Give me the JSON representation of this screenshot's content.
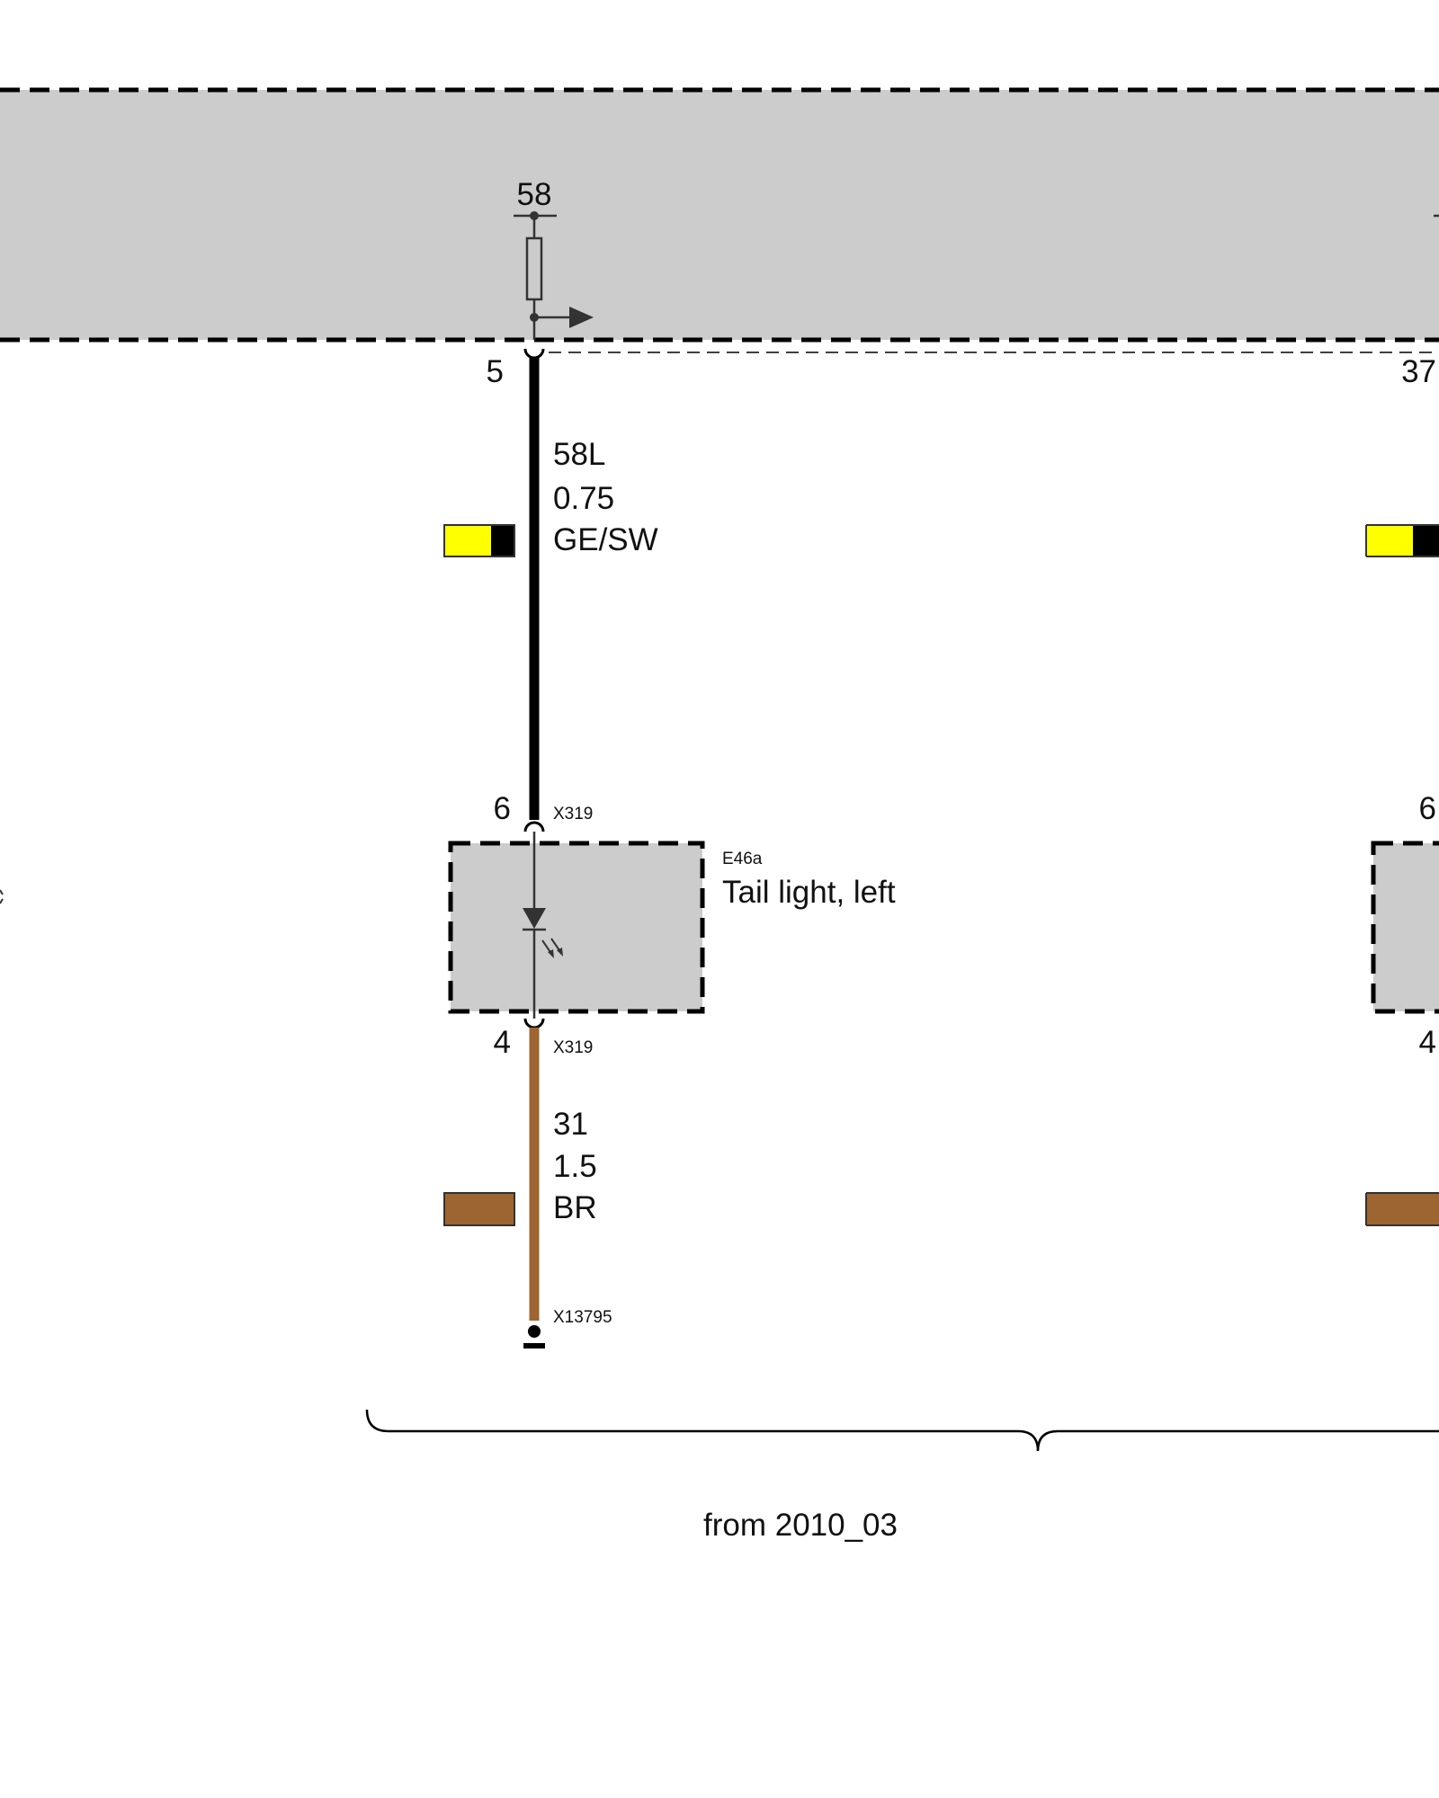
{
  "module": {
    "top_terminal": "58",
    "left_pin": "5",
    "right_pin": "37",
    "colors": {
      "fill": "#cccccc",
      "border": "#000000"
    }
  },
  "wire_top": {
    "signal": "58L",
    "gauge": "0.75",
    "color_code": "GE/SW",
    "swatch_colors": [
      "#ffff00",
      "#000000"
    ]
  },
  "connector_top": {
    "pin": "6",
    "name": "X319",
    "right_pin": "6"
  },
  "component": {
    "id": "E46a",
    "name": "Tail light, left"
  },
  "connector_bottom": {
    "pin": "4",
    "name": "X319",
    "right_pin": "4"
  },
  "wire_bottom": {
    "signal": "31",
    "gauge": "1.5",
    "color_code": "BR",
    "swatch_colors": [
      "#9c6531"
    ]
  },
  "ground": {
    "name": "X13795"
  },
  "footer": {
    "note": "from 2010_03"
  }
}
